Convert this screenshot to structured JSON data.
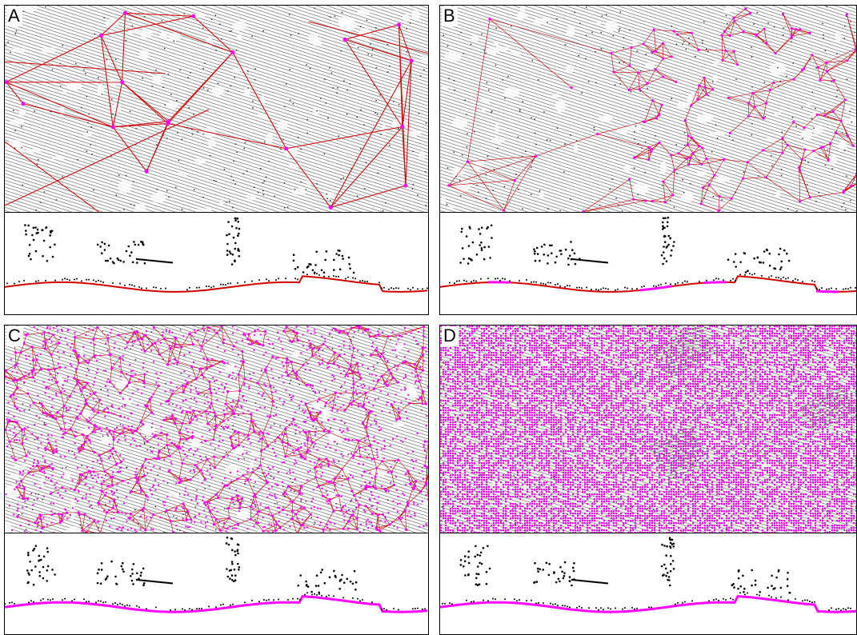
{
  "figure": {
    "panels": [
      {
        "label": "A",
        "ground_fill": "sparse"
      },
      {
        "label": "B",
        "ground_fill": "partial"
      },
      {
        "label": "C",
        "ground_fill": "dense"
      },
      {
        "label": "D",
        "ground_fill": "classified"
      }
    ]
  },
  "colors": {
    "tin_edge": "#d40000",
    "ground_point": "#ff00ff",
    "lidar_point": "#333333",
    "profile_point": "#000000",
    "background": "#ffffff"
  }
}
